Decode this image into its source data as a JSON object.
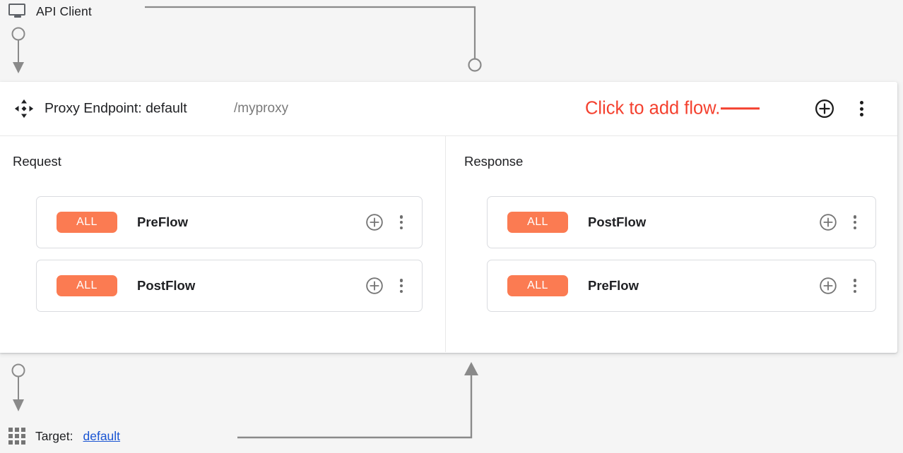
{
  "client": {
    "label": "API Client",
    "icon": "monitor-icon"
  },
  "endpoint": {
    "move_icon": "move-four-arrows-icon",
    "title": "Proxy Endpoint: default",
    "path": "/myproxy",
    "annotation": "Click to add flow.",
    "annotation_color": "#f4402e",
    "add_icon": "plus-circle-icon",
    "menu_icon": "more-vert-icon"
  },
  "columns": [
    {
      "id": "request",
      "title": "Request",
      "rail": "down-arrow-rail",
      "rows": [
        {
          "badge": "ALL",
          "name": "PreFlow",
          "add_icon": "plus-circle-icon",
          "menu_icon": "more-vert-icon"
        },
        {
          "badge": "ALL",
          "name": "PostFlow",
          "add_icon": "plus-circle-icon",
          "menu_icon": "more-vert-icon"
        }
      ]
    },
    {
      "id": "response",
      "title": "Response",
      "rail": "up-arrow-rail",
      "rows": [
        {
          "badge": "ALL",
          "name": "PostFlow",
          "add_icon": "plus-circle-icon",
          "menu_icon": "more-vert-icon"
        },
        {
          "badge": "ALL",
          "name": "PreFlow",
          "add_icon": "plus-circle-icon",
          "menu_icon": "more-vert-icon"
        }
      ]
    }
  ],
  "target": {
    "icon": "apps-grid-icon",
    "label": "Target:",
    "name": "default"
  },
  "colors": {
    "badge_orange": "#fb7b52",
    "annotation_red": "#f4402e",
    "link_blue": "#1a55d3",
    "wire_gray": "#7b7b7b",
    "panel_bg": "#ffffff",
    "canvas_bg": "#f5f5f5"
  }
}
